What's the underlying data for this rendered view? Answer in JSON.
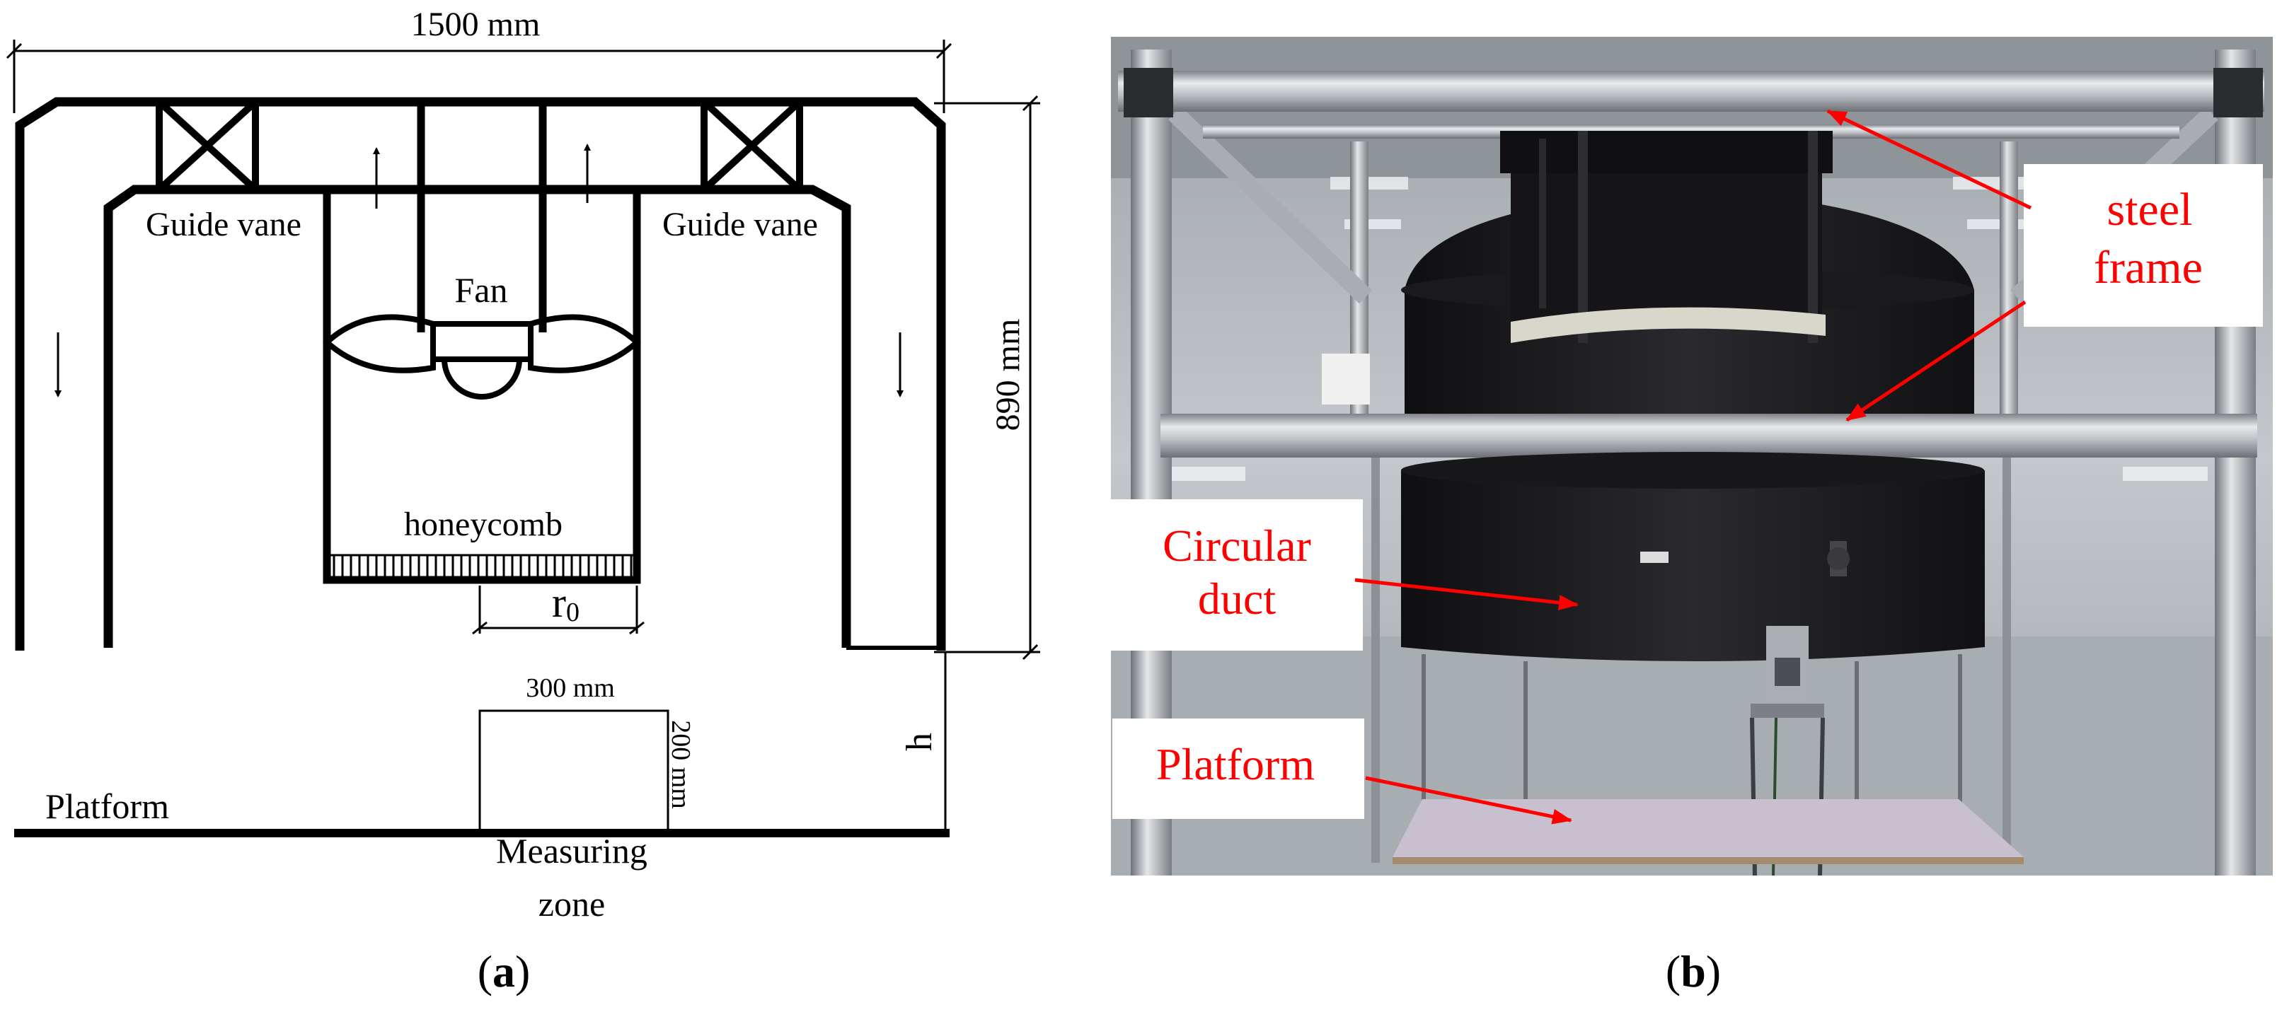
{
  "panel_a": {
    "width_label": "1500 mm",
    "height_label": "890 mm",
    "guide_vane_left": "Guide vane",
    "guide_vane_right": "Guide vane",
    "fan_label": "Fan",
    "honeycomb_label": "honeycomb",
    "radius_label": "r",
    "radius_subscript": "0",
    "zone_width_label": "300 mm",
    "zone_height_label": "200 mm",
    "h_label": "h",
    "platform_label": "Platform",
    "measuring_zone_line1": "Measuring",
    "measuring_zone_line2": "zone",
    "caption_open": "(",
    "caption_letter": "a",
    "caption_close": ")"
  },
  "panel_b": {
    "steel_frame_line1": "steel",
    "steel_frame_line2": "frame",
    "circular_duct_line1": "Circular",
    "circular_duct_line2": "duct",
    "platform_label": "Platform",
    "caption_open": "(",
    "caption_letter": "b",
    "caption_close": ")"
  },
  "colors": {
    "annotation_red": "#ff0000",
    "line_black": "#000000",
    "duct_black": "#1c1c1e",
    "frame_silver": "#c9cdd1",
    "room_grey": "#b3b8bd"
  }
}
